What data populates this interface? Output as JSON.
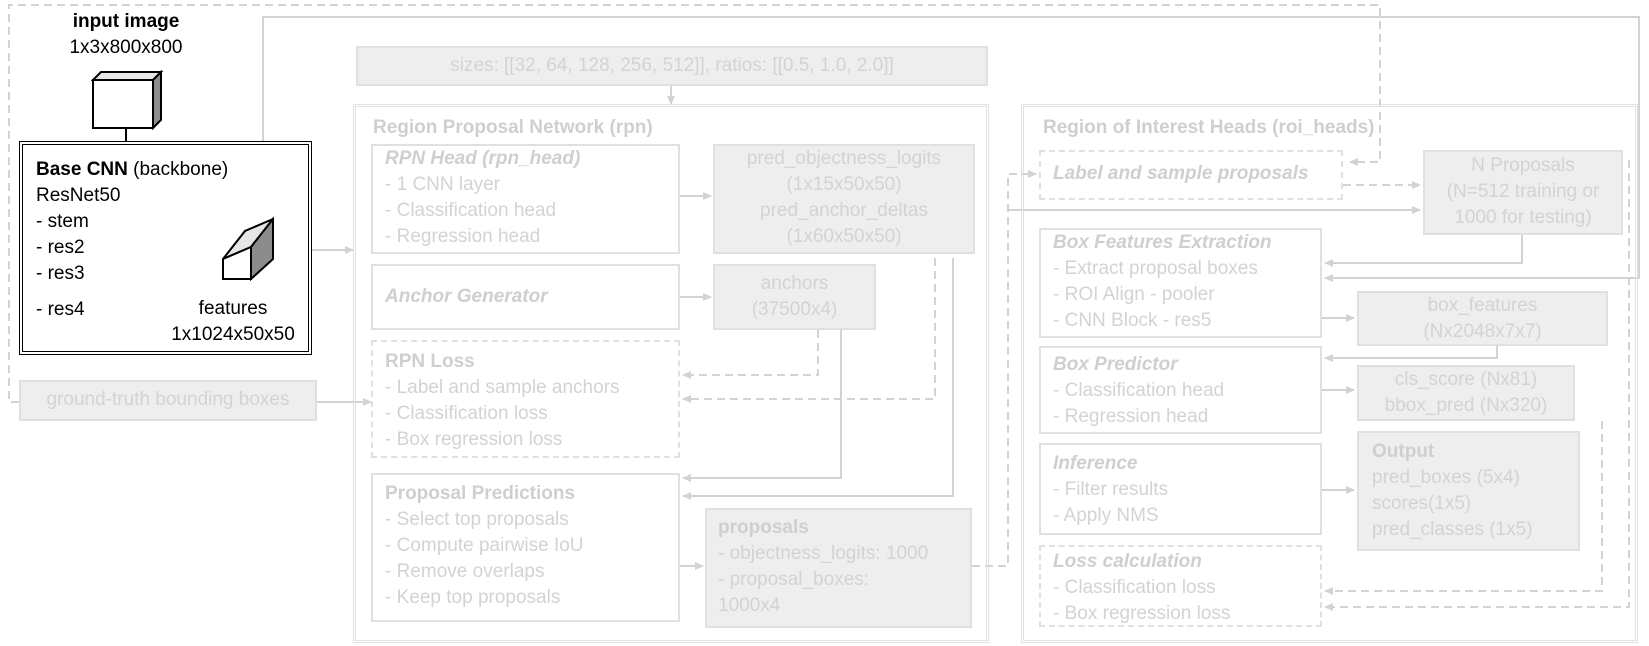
{
  "input": {
    "title": "input image",
    "shape": "1x3x800x800"
  },
  "backbone": {
    "title_bold": "Base CNN",
    "title_rest": " (backbone)",
    "model": "ResNet50",
    "layers": [
      "- stem",
      "- res2",
      "- res3",
      "- res4"
    ],
    "features_label": "features",
    "features_shape": "1x1024x50x50"
  },
  "ground_truth": "ground-truth bounding boxes",
  "anchor_config": "sizes: [[32, 64, 128, 256, 512]], ratios: [[0.5, 1.0, 2.0]]",
  "rpn": {
    "title": "Region Proposal Network (rpn)",
    "head": {
      "title": "RPN Head (rpn_head)",
      "items": [
        "-    1 CNN layer",
        "-    Classification head",
        "-    Regression head"
      ]
    },
    "head_out": [
      "pred_objectness_logits",
      "(1x15x50x50)",
      "pred_anchor_deltas",
      "(1x60x50x50)"
    ],
    "anchor_generator": "Anchor Generator",
    "anchors": [
      "anchors",
      "(37500x4)"
    ],
    "loss": {
      "title": "RPN Loss",
      "items": [
        "-    Label and sample anchors",
        "-    Classification loss",
        "-    Box regression loss"
      ]
    },
    "predictions": {
      "title": "Proposal Predictions",
      "items": [
        "-    Select top proposals",
        "-    Compute pairwise IoU",
        "-    Remove overlaps",
        "-    Keep top proposals"
      ]
    },
    "proposals": {
      "title": "proposals",
      "items": [
        "-  objectness_logits: 1000",
        "-  proposal_boxes:",
        "   1000x4"
      ]
    }
  },
  "roi": {
    "title": "Region of Interest Heads (roi_heads)",
    "label_sample": "Label and sample proposals",
    "n_proposals": [
      "N Proposals",
      "(N=512 training or",
      "1000 for testing)"
    ],
    "box_features_extraction": {
      "title": "Box Features Extraction",
      "items": [
        "-    Extract proposal boxes",
        "-    ROI Align - pooler",
        "-    CNN Block - res5"
      ]
    },
    "box_features": [
      "box_features",
      "(Nx2048x7x7)"
    ],
    "box_predictor": {
      "title": "Box Predictor",
      "items": [
        "-    Classification head",
        "-    Regression head"
      ]
    },
    "scores": [
      "cls_score (Nx81)",
      "bbox_pred (Nx320)"
    ],
    "inference": {
      "title": "Inference",
      "items": [
        "-    Filter results",
        "-    Apply NMS"
      ]
    },
    "output": {
      "title": "Output",
      "items": [
        "pred_boxes (5x4)",
        "scores(1x5)",
        "pred_classes (1x5)"
      ]
    },
    "loss": {
      "title": "Loss calculation",
      "items": [
        "-    Classification loss",
        "-    Box regression loss"
      ]
    }
  },
  "colors": {
    "active": "#000000",
    "faded": "#d3d3d3",
    "faded_fill": "#eeeeee",
    "faded_border": "#e0e0e0"
  }
}
